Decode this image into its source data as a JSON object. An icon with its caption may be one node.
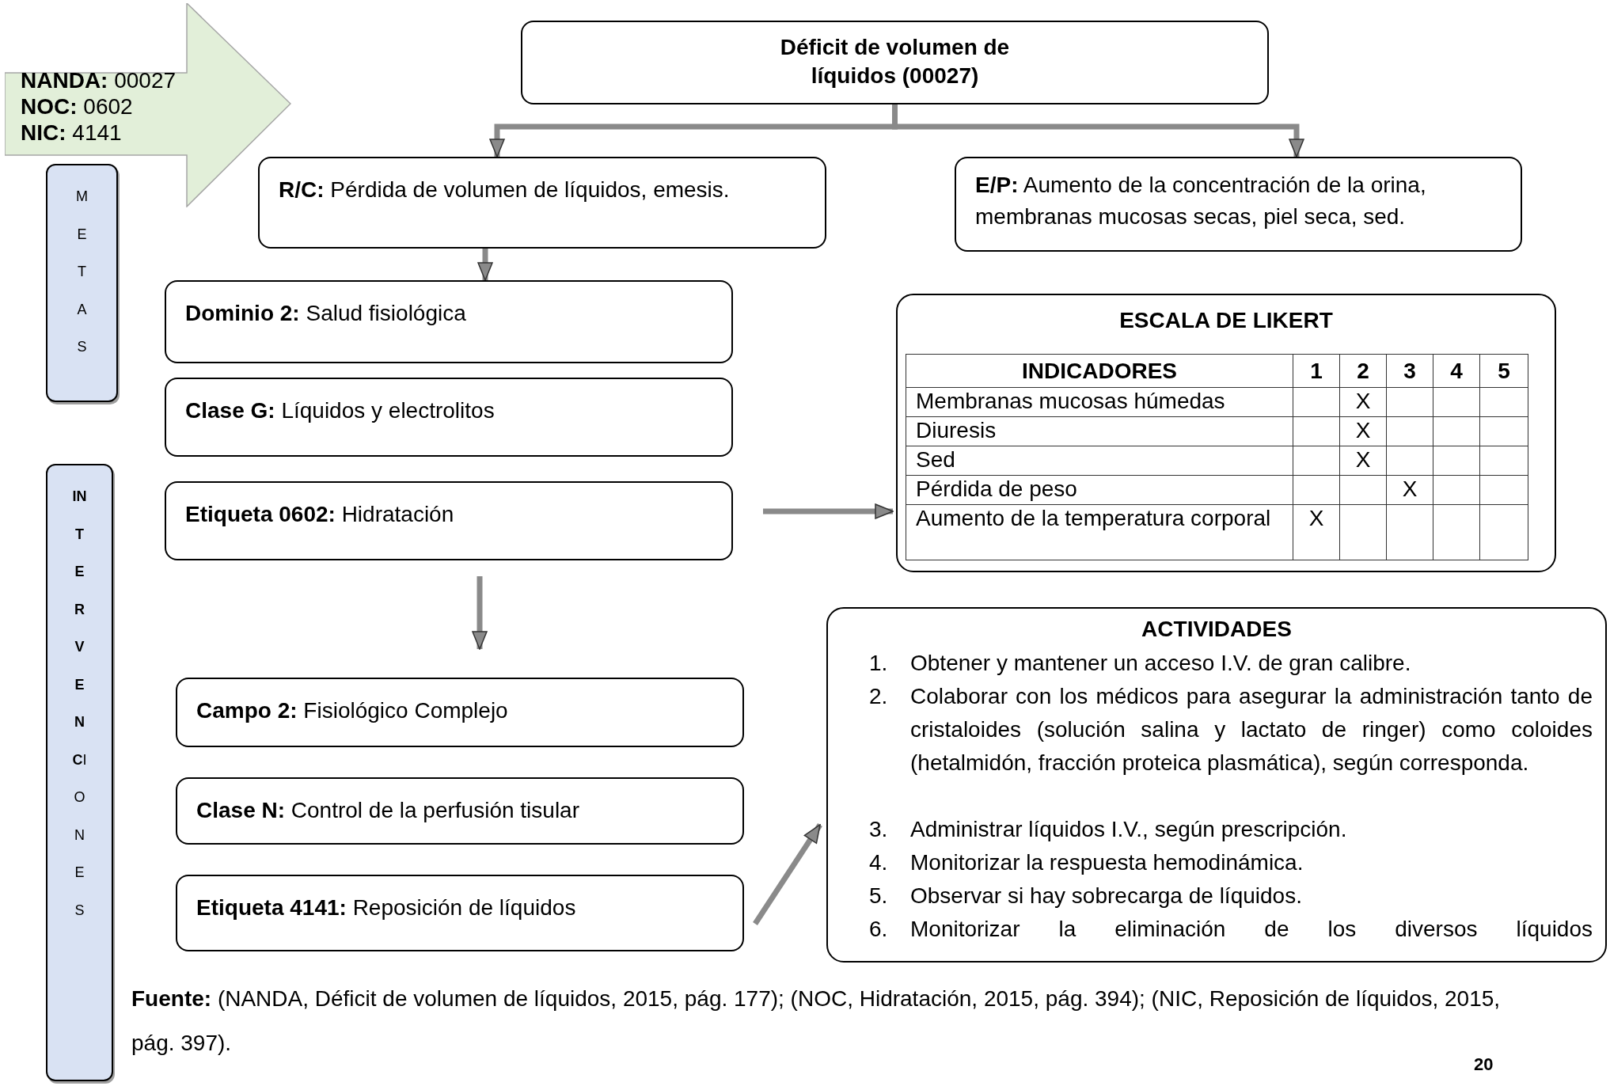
{
  "diagram": {
    "nodes": [
      {
        "text": [
          "**NANDA:** 00027",
          "**NOC:** 0602",
          "**NIC:** 4141"
        ]
      },
      {
        "text": [
          "METAS"
        ]
      },
      {
        "text": [
          "Déficit de volumen de líquidos (00027)"
        ]
      },
      {
        "text": [
          "**R/C:** Pérdida de volumen de líquidos, emesis."
        ]
      },
      {
        "text": [
          "**E/P:** Aumento de la concentración de la orina, membranas mucosas secas, piel seca, sed."
        ]
      },
      {
        "text": [
          "**Dominio 2:** Salud fisiológica"
        ]
      },
      {
        "text": [
          "**Clase G:** Líquidos y electrolitos"
        ]
      },
      {
        "text": [
          "**Etiqueta 0602:** Hidratación"
        ]
      },
      {
        "text": [
          "ESCALA DE LIKERT"
        ]
      },
      {
        "text": [
          "ACTIVIDADES",
          "1.",
          "Obtener y mantener un acceso I.V. de gran calibre.",
          "2.",
          "Colaborar con los médicos para asegurar la administración tanto de cristaloides (solución salina y lactato de ringer) como coloides (hetalmidón, fracción proteica plasmática), según corresponda.",
          "3.",
          "Administrar líquidos I.V., según prescripción.",
          "4.",
          "Monitorizar la respuesta hemodinámica.",
          "5.",
          "Observar si hay sobrecarga de líquidos.",
          "6.",
          "Monitorizar la eliminación de los diversos líquidos"
        ]
      },
      {
        "text": [
          "**INTERVENC**IONES"
        ]
      },
      {
        "text": [
          "**Campo 2:** Fisiológico Complejo"
        ]
      },
      {
        "text": [
          "**Clase N:** Control de la perfusión tisular"
        ]
      },
      {
        "text": [
          "**Etiqueta 4141:** Reposición de líquidos"
        ]
      }
    ],
    "edges": [
      {
        "from": 2,
        "to": 3,
        "arrow": "to"
      },
      {
        "from": 2,
        "to": 4,
        "arrow": "to"
      },
      {
        "from": 3,
        "to": 5,
        "arrow": "to"
      },
      {
        "from": 7,
        "to": 8,
        "arrow": "to"
      },
      {
        "from": 7,
        "to": 11,
        "arrow": "to"
      },
      {
        "from": 13,
        "to": 9,
        "arrow": "to"
      }
    ],
    "labels": [
      "INDICADORES",
      "1",
      "2",
      "3",
      "4",
      "5",
      "Membranas mucosas húmedas",
      "X",
      "Diuresis",
      "X",
      "Sed",
      "X",
      "Pérdida de peso",
      "X",
      "Aumento de la temperatura corporal",
      "X",
      "**Fuente:** (NANDA, Déficit de volumen de líquidos, 2015, pág. 177); (NOC, Hidratación, 2015, pág. 394); (NIC, Reposición de líquidos, 2015, pág. 397).",
      "20"
    ]
  }
}
